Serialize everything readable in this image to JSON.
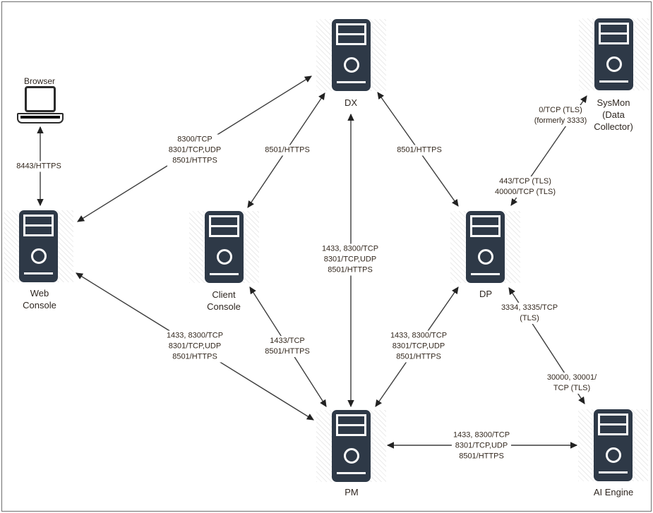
{
  "diagram_title": "Product component port connectivity diagram",
  "colors": {
    "server_fill": "#2e3947",
    "server_detail": "#fafafa",
    "wire": "#3d3d3d",
    "label_text": "#33281e",
    "hatch": "#ebebeb"
  },
  "icons": {
    "server": "server-tower-icon",
    "browser": "laptop-icon"
  },
  "nodes": {
    "browser": {
      "label": "Browser"
    },
    "dx": {
      "label": "DX"
    },
    "sysmon": {
      "lines": [
        "SysMon",
        "(Data",
        "Collector)"
      ]
    },
    "web_console": {
      "lines": [
        "Web",
        "Console"
      ]
    },
    "client_console": {
      "lines": [
        "Client",
        "Console"
      ]
    },
    "dp": {
      "label": "DP"
    },
    "pm": {
      "label": "PM"
    },
    "ai_engine": {
      "label": "AI Engine"
    }
  },
  "edges": {
    "browser_webconsole": {
      "lines": [
        "8443/HTTPS"
      ]
    },
    "webconsole_dx": {
      "lines": [
        "8300/TCP",
        "8301/TCP,UDP",
        "8501/HTTPS"
      ]
    },
    "clientconsole_dx": {
      "lines": [
        "8501/HTTPS"
      ]
    },
    "dp_dx": {
      "lines": [
        "8501/HTTPS"
      ]
    },
    "dp_sysmon_upper": {
      "lines": [
        "0/TCP (TLS)",
        "(formerly 3333)"
      ]
    },
    "dp_sysmon_lower": {
      "lines": [
        "443/TCP (TLS)",
        "40000/TCP (TLS)"
      ]
    },
    "pm_dx": {
      "lines": [
        "1433, 8300/TCP",
        "8301/TCP,UDP",
        "8501/HTTPS"
      ]
    },
    "webconsole_pm": {
      "lines": [
        "1433, 8300/TCP",
        "8301/TCP,UDP",
        "8501/HTTPS"
      ]
    },
    "clientconsole_pm": {
      "lines": [
        "1433/TCP",
        "8501/HTTPS"
      ]
    },
    "pm_dp": {
      "lines": [
        "1433, 8300/TCP",
        "8301/TCP,UDP",
        "8501/HTTPS"
      ]
    },
    "dp_ai_upper": {
      "lines": [
        "3334, 3335/TCP",
        "(TLS)"
      ]
    },
    "dp_ai_lower": {
      "lines": [
        "30000, 30001/",
        "TCP (TLS)"
      ]
    },
    "pm_ai": {
      "lines": [
        "1433, 8300/TCP",
        "8301/TCP,UDP",
        "8501/HTTPS"
      ]
    }
  }
}
